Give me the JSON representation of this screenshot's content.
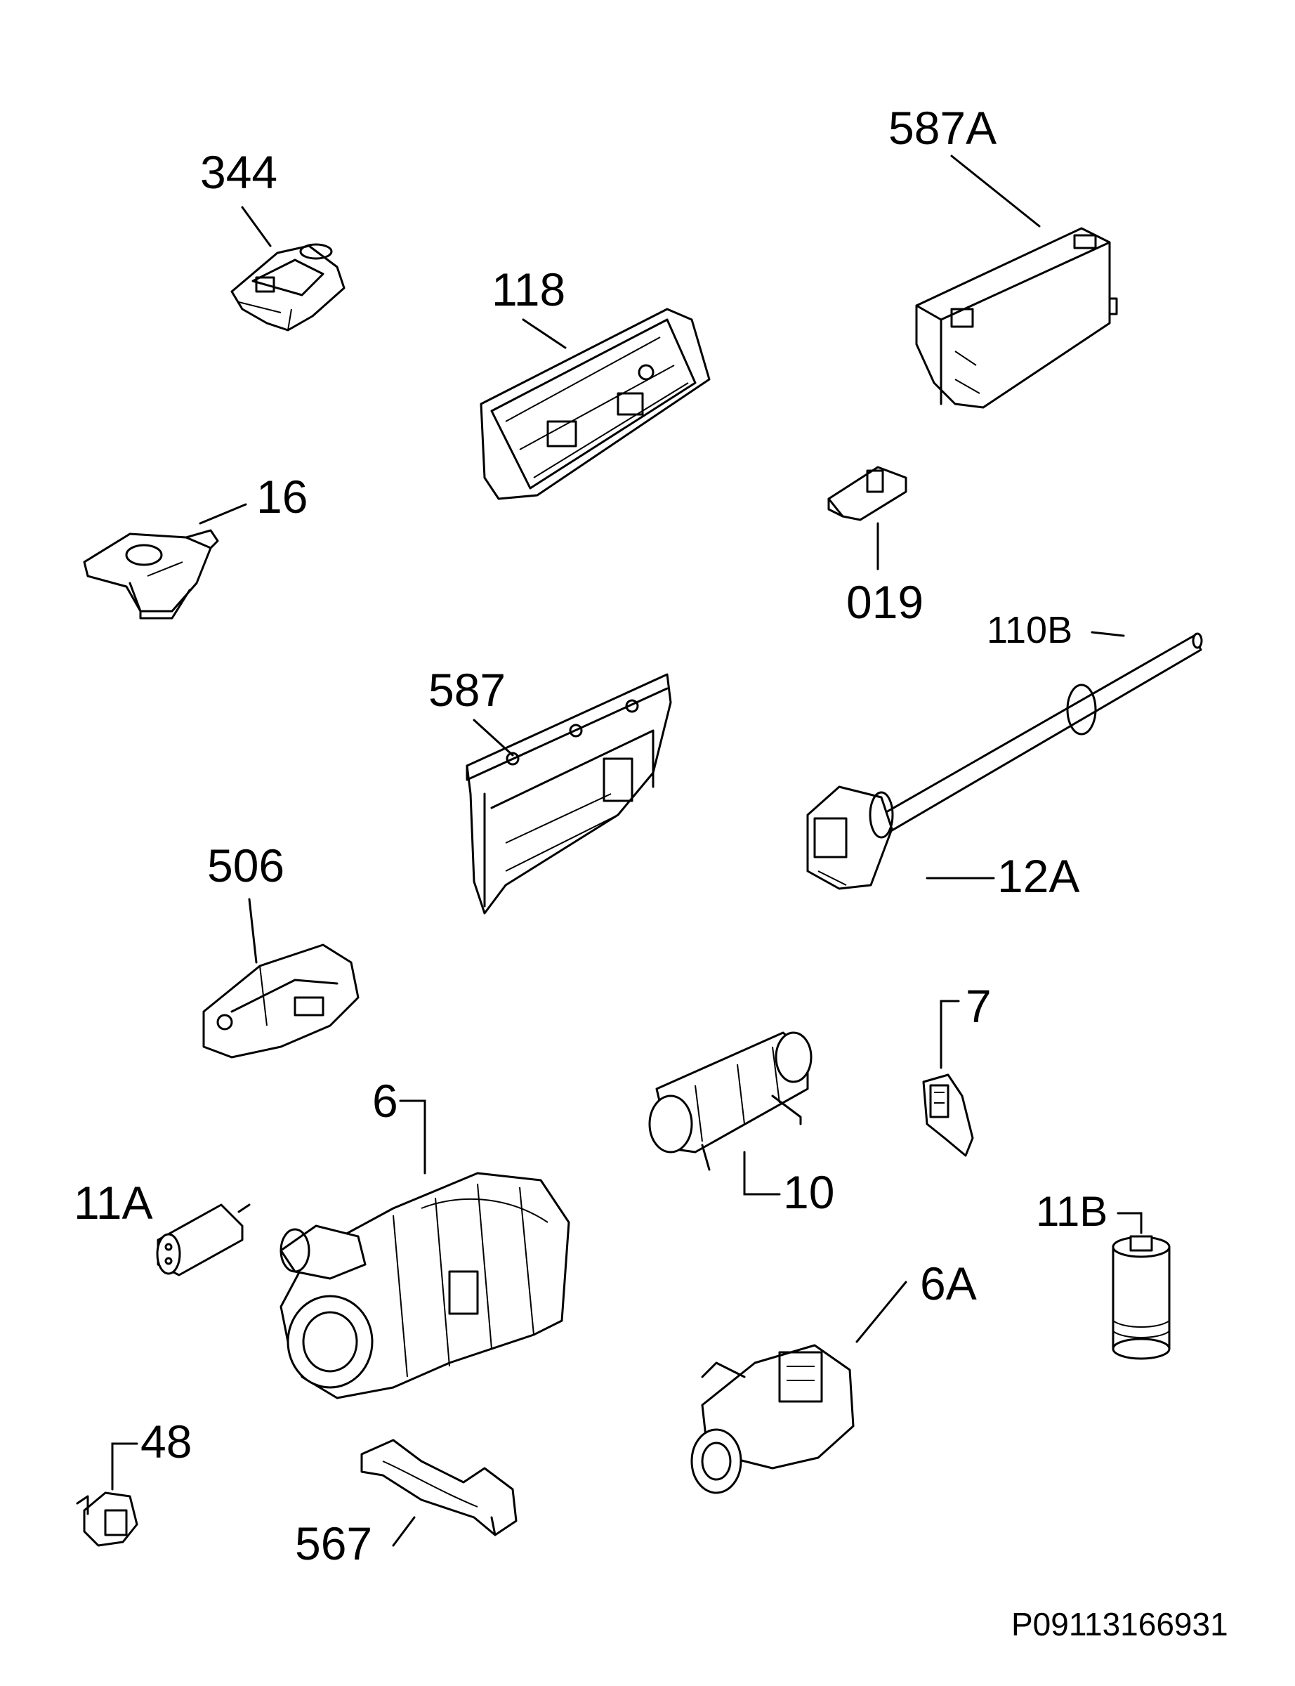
{
  "diagram": {
    "reference_code": "P09113166931",
    "parts": [
      {
        "id": "344",
        "label": "344"
      },
      {
        "id": "587A",
        "label": "587A"
      },
      {
        "id": "118",
        "label": "118"
      },
      {
        "id": "16",
        "label": "16"
      },
      {
        "id": "019",
        "label": "019"
      },
      {
        "id": "110B",
        "label": "110B"
      },
      {
        "id": "587",
        "label": "587"
      },
      {
        "id": "12A",
        "label": "12A"
      },
      {
        "id": "506",
        "label": "506"
      },
      {
        "id": "7",
        "label": "7"
      },
      {
        "id": "6",
        "label": "6"
      },
      {
        "id": "10",
        "label": "10"
      },
      {
        "id": "11A",
        "label": "11A"
      },
      {
        "id": "11B",
        "label": "11B"
      },
      {
        "id": "6A",
        "label": "6A"
      },
      {
        "id": "48",
        "label": "48"
      },
      {
        "id": "567",
        "label": "567"
      }
    ]
  }
}
